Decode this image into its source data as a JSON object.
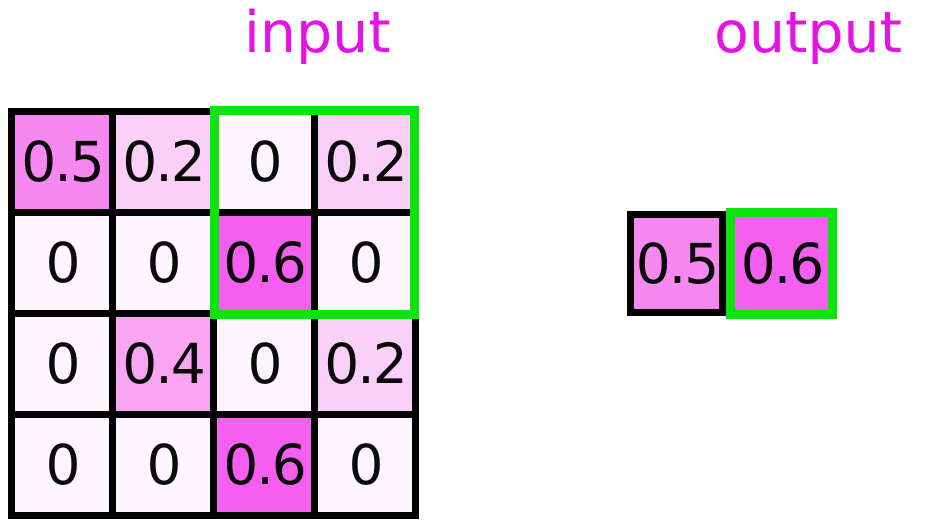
{
  "input_section": {
    "title": "input",
    "grid": {
      "rows": 4,
      "cols": 4,
      "cells": [
        [
          "0.5",
          "0.2",
          "0",
          "0.2"
        ],
        [
          "0",
          "0",
          "0.6",
          "0"
        ],
        [
          "0",
          "0.4",
          "0",
          "0.2"
        ],
        [
          "0",
          "0",
          "0.6",
          "0"
        ]
      ],
      "highlight_window": {
        "row_start": 0,
        "col_start": 2,
        "row_span": 2,
        "col_span": 2
      }
    }
  },
  "output_section": {
    "title": "output",
    "cells": [
      "0.5",
      "0.6"
    ],
    "highlighted_cell_index": 1
  },
  "colors": {
    "title_text": "#e511e5",
    "cell_text": "#0a0a0a",
    "grid_line": "#000000",
    "highlight_border": "#0be50b",
    "value_fills": {
      "0": "#fef5fe",
      "0.2": "#fbd0f8",
      "0.4": "#f9a5f2",
      "0.5": "#f787f1",
      "0.6": "#f55fef"
    }
  }
}
